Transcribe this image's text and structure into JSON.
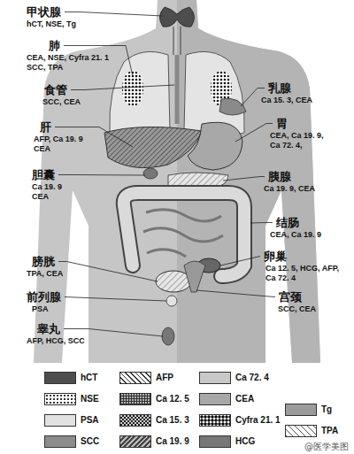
{
  "diagram": {
    "labels": [
      "甲状腺",
      "hCT, NSE, Tg",
      "肺",
      "CEA, NSE, Cyfra 21. 1 SCC, TPA",
      "食管",
      "SCC, CEA",
      "肝",
      "AFP, Ca 19. 9 CEA",
      "胆囊",
      "Ca 19. 9 CEA",
      "膀胱",
      "TPA, CEA",
      "前列腺",
      "PSA",
      "睾丸",
      "AFP, HCG, SCC",
      "乳腺",
      "Ca 15. 3, CEA",
      "胃",
      "CEA, Ca 19. 9, Ca 72. 4,",
      "胰腺",
      "Ca 19. 9, CEA",
      "结肠",
      "CEA, Ca 19. 9",
      "卵巢",
      "Ca 12. 5, HCG, AFP, Ca 72. 4",
      "宫颈",
      "SCC, CEA",
      "@医学美图"
    ],
    "legend": [
      {
        "text": "hCT",
        "color": "#4d4d4d"
      },
      {
        "text": "AFP"
      },
      {
        "text": "Ca 72. 4",
        "color": "#c8c8c8"
      },
      {
        "text": "NSE"
      },
      {
        "text": "Ca 12. 5"
      },
      {
        "text": "CEA",
        "color": "#a8a8a8"
      },
      {
        "text": "PSA",
        "color": "#e2e2e2"
      },
      {
        "text": "Ca 15. 3"
      },
      {
        "text": "Cyfra 21. 1"
      },
      {
        "text": "Tg",
        "color": "#9b9b9b"
      },
      {
        "text": "SCC",
        "color": "#8c8c8c"
      },
      {
        "text": "Ca 19. 9"
      },
      {
        "text": "HCG",
        "color": "#777777"
      },
      {
        "text": "TPA"
      }
    ]
  }
}
